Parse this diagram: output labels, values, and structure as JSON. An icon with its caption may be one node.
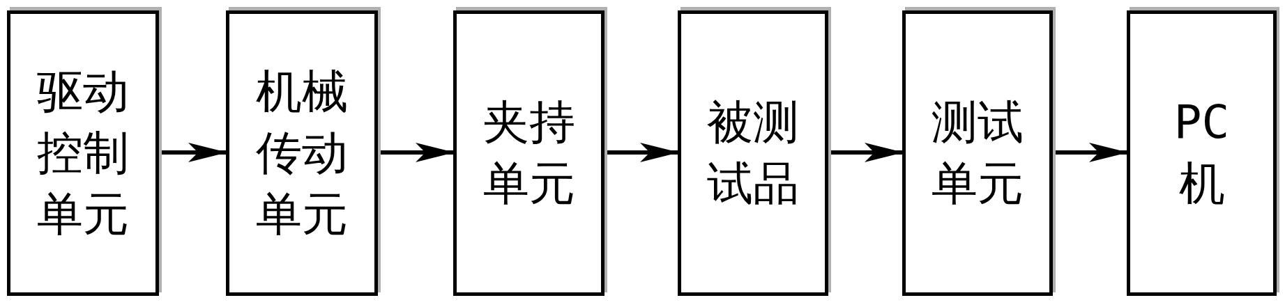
{
  "diagram": {
    "nodes": [
      {
        "text": [
          "驱动控制单元"
        ]
      },
      {
        "text": [
          "机械传动单元"
        ]
      },
      {
        "text": [
          "夹持单元"
        ]
      },
      {
        "text": [
          "被测试品"
        ]
      },
      {
        "text": [
          "测试单元"
        ]
      },
      {
        "text": [
          "PC机"
        ]
      }
    ],
    "edges": [
      {
        "from": 0,
        "to": 1,
        "arrow": "to"
      },
      {
        "from": 1,
        "to": 2,
        "arrow": "to"
      },
      {
        "from": 2,
        "to": 3,
        "arrow": "to"
      },
      {
        "from": 3,
        "to": 4,
        "arrow": "to"
      },
      {
        "from": 4,
        "to": 5,
        "arrow": "to"
      }
    ]
  }
}
